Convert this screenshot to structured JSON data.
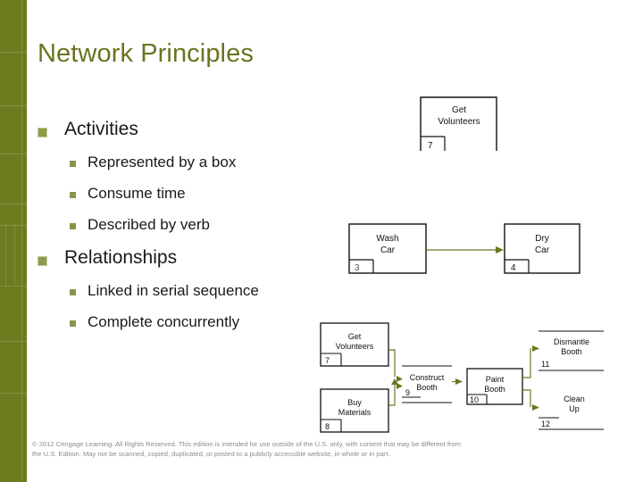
{
  "slide": {
    "title": "Network Principles",
    "accent_color": "#6d7a1e",
    "title_color": "#6b7320",
    "bullet_color": "#8e9a4a",
    "arrow_color": "#6f7420",
    "text_color": "#1a1a1a",
    "footer_color": "#8c8c8c"
  },
  "content": {
    "groups": [
      {
        "label": "Activities",
        "bullet_icon": "square-bullet-level1",
        "sub": [
          {
            "label": "Represented by a box",
            "bullet_icon": "square-bullet-level2"
          },
          {
            "label": "Consume time",
            "bullet_icon": "square-bullet-level2"
          },
          {
            "label": "Described by verb",
            "bullet_icon": "square-bullet-level2"
          }
        ]
      },
      {
        "label": "Relationships",
        "bullet_icon": "square-bullet-level1",
        "sub": [
          {
            "label": "Linked in serial sequence",
            "bullet_icon": "square-bullet-level2"
          },
          {
            "label": "Complete concurrently",
            "bullet_icon": "square-bullet-level2"
          }
        ]
      }
    ]
  },
  "diagrams": {
    "single_activity": {
      "caption_lines": [
        "Get",
        "Volunteers"
      ],
      "id": "7"
    },
    "serial_pair": {
      "nodes": [
        {
          "lines": [
            "Wash",
            "Car"
          ],
          "id": "3"
        },
        {
          "lines": [
            "Dry",
            "Car"
          ],
          "id": "4"
        }
      ],
      "arrow": "wash-car-to-dry-car"
    },
    "network": {
      "nodes": [
        {
          "key": "get-volunteers",
          "lines": [
            "Get",
            "Volunteers"
          ],
          "id": "7"
        },
        {
          "key": "buy-materials",
          "lines": [
            "Buy",
            "Materials"
          ],
          "id": "8"
        },
        {
          "key": "construct-booth",
          "lines": [
            "Construct",
            "Booth"
          ],
          "id": "9"
        },
        {
          "key": "paint-booth",
          "lines": [
            "Paint",
            "Booth"
          ],
          "id": "10"
        },
        {
          "key": "dismantle-booth",
          "lines": [
            "Dismantle",
            "Booth"
          ],
          "id": "11"
        },
        {
          "key": "clean-up",
          "lines": [
            "Clean",
            "Up"
          ],
          "id": "12"
        }
      ]
    }
  },
  "footer": {
    "line1": "© 2012 Cengage Learning. All Rights Reserved. This edition is intended for use outside of the U.S. only, with content that may be different from",
    "line2": "the U.S. Edition. May not be scanned, copied, duplicated, or posted to a publicly accessible website, in whole or in part."
  }
}
